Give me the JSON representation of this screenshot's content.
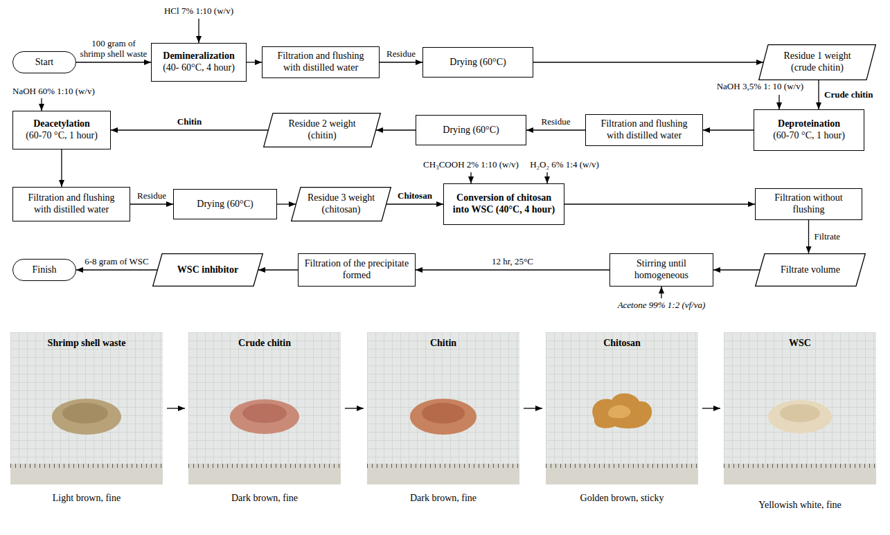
{
  "diagram": {
    "nodes": [
      {
        "text": [
          "Start"
        ]
      },
      {
        "text": [
          "Demineralization",
          "(40- 60°C, 4 hour)"
        ]
      },
      {
        "text": [
          "Filtration and flushing with distilled water"
        ]
      },
      {
        "text": [
          "Drying (60°C)"
        ]
      },
      {
        "text": [
          "Residue 1 weight (crude chitin)"
        ]
      },
      {
        "text": [
          "Deacetylation",
          "(60-70 °C, 1 hour)"
        ]
      },
      {
        "text": [
          "Residue 2 weight (chitin)"
        ]
      },
      {
        "text": [
          "Drying (60°C)"
        ]
      },
      {
        "text": [
          "Filtration and flushing with distilled water"
        ]
      },
      {
        "text": [
          "Deproteination",
          "(60-70 °C, 1 hour)"
        ]
      },
      {
        "text": [
          "Filtration and flushing with distilled water"
        ]
      },
      {
        "text": [
          "Drying (60°C)"
        ]
      },
      {
        "text": [
          "Residue 3 weight (chitosan)"
        ]
      },
      {
        "text": [
          "Conversion of chitosan into WSC (40°C, 4 hour)"
        ]
      },
      {
        "text": [
          "Filtration without flushing"
        ]
      },
      {
        "text": [
          "Finish"
        ]
      },
      {
        "text": [
          "WSC inhibitor"
        ]
      },
      {
        "text": [
          "Filtration of the precipitate formed"
        ]
      },
      {
        "text": [
          "Stirring until homogeneous"
        ]
      },
      {
        "text": [
          "Filtrate volume"
        ]
      }
    ],
    "edges": [
      {
        "from": 0,
        "to": 1,
        "arrow": "to",
        "label": "100 gram of shrimp shell waste"
      },
      {
        "from": 1,
        "to": 2,
        "arrow": "to"
      },
      {
        "from": 2,
        "to": 3,
        "arrow": "to",
        "label": "Residue"
      },
      {
        "from": 3,
        "to": 4,
        "arrow": "to"
      },
      {
        "from": 4,
        "to": 9,
        "arrow": "to",
        "label": "Crude chitin"
      },
      {
        "from": 9,
        "to": 8,
        "arrow": "to"
      },
      {
        "from": 8,
        "to": 7,
        "arrow": "to",
        "label": "Residue"
      },
      {
        "from": 7,
        "to": 6,
        "arrow": "to"
      },
      {
        "from": 6,
        "to": 5,
        "arrow": "to",
        "label": "Chitin"
      },
      {
        "from": 5,
        "to": 10,
        "arrow": "to"
      },
      {
        "from": 10,
        "to": 11,
        "arrow": "to",
        "label": "Residue"
      },
      {
        "from": 11,
        "to": 12,
        "arrow": "to"
      },
      {
        "from": 12,
        "to": 13,
        "arrow": "to",
        "label": "Chitosan"
      },
      {
        "from": 13,
        "to": 14,
        "arrow": "to"
      },
      {
        "from": 14,
        "to": 19,
        "arrow": "to",
        "label": "Filtrate"
      },
      {
        "from": 19,
        "to": 18,
        "arrow": "to"
      },
      {
        "from": 18,
        "to": 17,
        "arrow": "to",
        "label": "12 hr, 25°C"
      },
      {
        "from": 17,
        "to": 16,
        "arrow": "to"
      },
      {
        "from": 16,
        "to": 15,
        "arrow": "to",
        "label": "6-8 gram of WSC"
      }
    ],
    "labels": [
      "HCl 7% 1:10 (w/v)",
      "NaOH 3,5% 1: 10 (w/v)",
      "NaOH 60% 1:10 (w/v)",
      "CH₃COOH 2% 1:10 (w/v)",
      "H₂O₂ 6% 1:4 (w/v)",
      "Acetone 99% 1:2 (vf/va)",
      "Shrimp shell waste",
      "Crude chitin",
      "Chitin",
      "Chitosan",
      "WSC",
      "Light brown, fine",
      "Dark brown, fine",
      "Dark brown, fine",
      "Golden brown, sticky",
      "Yellowish white, fine"
    ]
  }
}
